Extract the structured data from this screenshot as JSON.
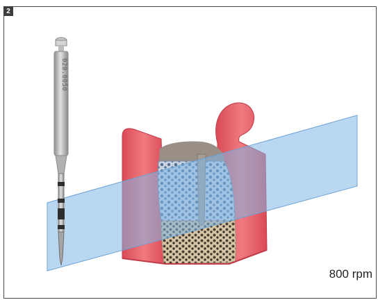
{
  "figure": {
    "number": "2",
    "speed_label": "800 rpm",
    "drill_marking": "020.0050"
  },
  "colors": {
    "frame_border": "#4a4a4a",
    "plane": "#7fb6e6",
    "gingiva": "#e8606a",
    "cortical_bone": "#9a8f86",
    "cancellous_bone_blue": "#8fa7c2",
    "cancellous_bone_tan": "#d6c4a6",
    "drill_shaft": "#b9b9b9",
    "drill_band": "#2e2e2e"
  },
  "icons": {
    "drill": "pilot-drill-icon",
    "bone": "bone-section-icon"
  }
}
